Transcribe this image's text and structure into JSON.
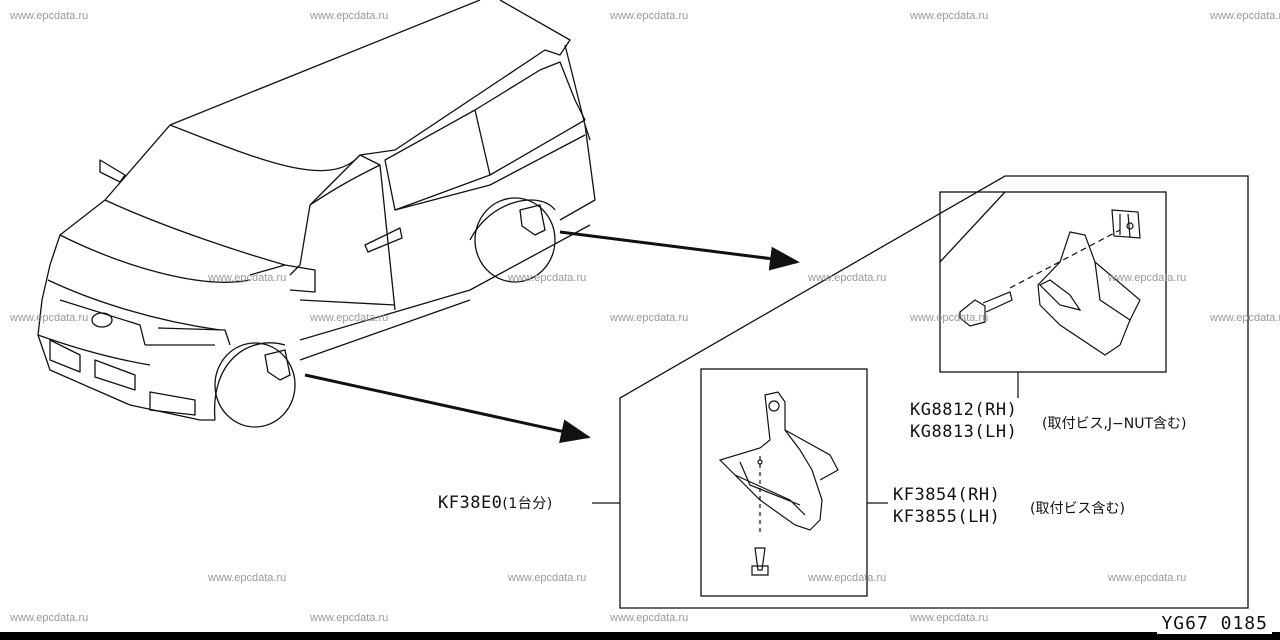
{
  "watermark": "www.epcdata.ru",
  "parts": {
    "kit": {
      "code": "KF38E0",
      "qty_note": "(1台分)"
    },
    "rear_rh": "KG8812(RH)",
    "rear_lh": "KG8813(LH)",
    "rear_note": "(取付ビス,J−NUT含む)",
    "front_rh": "KF3854(RH)",
    "front_lh": "KF3855(LH)",
    "front_note": "(取付ビス含む)"
  },
  "figure_code": "YG67 0185"
}
